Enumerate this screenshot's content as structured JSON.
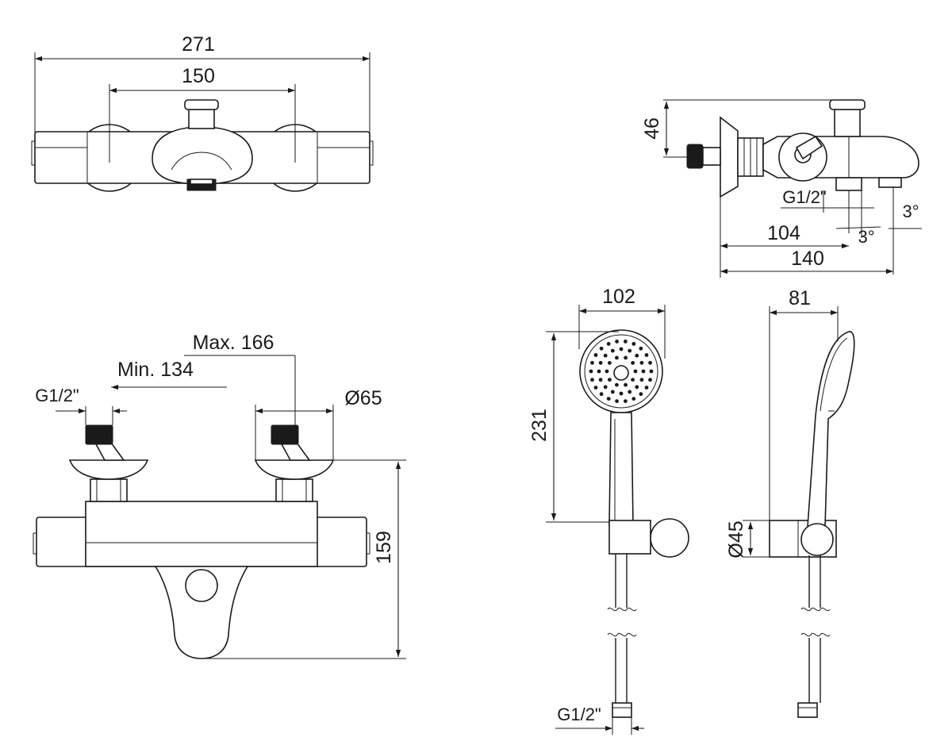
{
  "dimensions": {
    "top_total_width": "271",
    "top_valve_spacing": "150",
    "side_depth": "46",
    "side_thread": "G1/2\"",
    "side_spout_104": "104",
    "side_spout_140": "140",
    "side_angle_1": "3°",
    "side_angle_2": "3°",
    "front_max": "Max. 166",
    "front_min": "Min. 134",
    "front_thread": "G1/2\"",
    "front_flange": "Ø65",
    "front_height": "159",
    "head_diameter": "102",
    "head_length": "231",
    "profile_width": "81",
    "holder_diameter": "Ø45",
    "hose_thread": "G1/2\""
  }
}
